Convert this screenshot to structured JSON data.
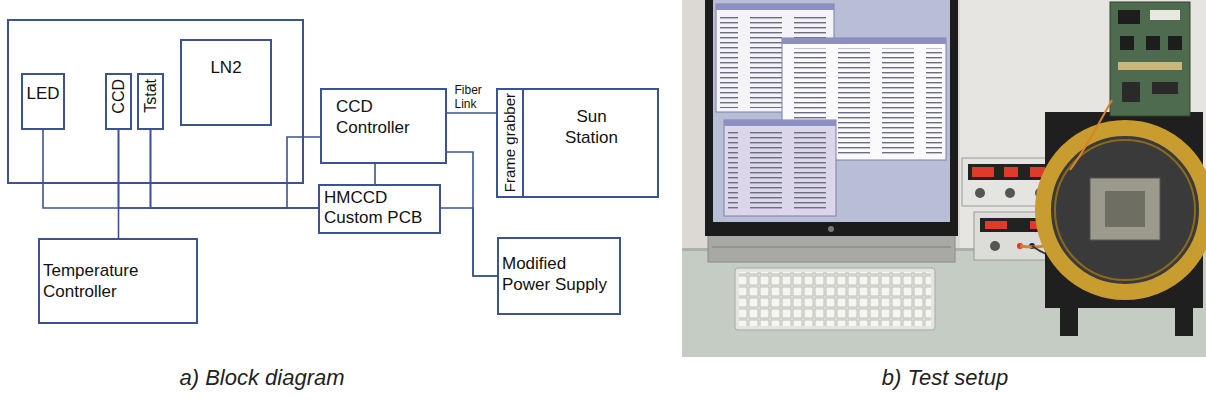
{
  "diagram": {
    "nodes": [
      {
        "text": [
          "LED"
        ]
      },
      {
        "text": [
          "CCD"
        ]
      },
      {
        "text": [
          "Tstat"
        ]
      },
      {
        "text": [
          "LN2"
        ]
      },
      {
        "text": [
          "CCD Controller"
        ]
      },
      {
        "text": [
          "Sun Station"
        ]
      },
      {
        "text": [
          "Frame grabber"
        ],
        "in": 5
      },
      {
        "text": [
          "HMCCD Custom PCB"
        ]
      },
      {
        "text": [
          "Temperature Controller"
        ]
      },
      {
        "text": [
          "Modified Power Supply"
        ]
      }
    ],
    "edges": [
      {
        "from": 0,
        "to": 7,
        "arrow": "none"
      },
      {
        "from": 1,
        "to": 8,
        "arrow": "none"
      },
      {
        "from": 2,
        "to": 7,
        "arrow": "none"
      },
      {
        "from": 1,
        "to": 7,
        "arrow": "none"
      },
      {
        "from": 2,
        "to": 4,
        "arrow": "none"
      },
      {
        "from": 4,
        "to": 7,
        "arrow": "none"
      },
      {
        "from": 4,
        "to": 6,
        "label": "Fiber Link",
        "arrow": "none"
      },
      {
        "from": 4,
        "to": 9,
        "arrow": "none"
      },
      {
        "from": 7,
        "to": 9,
        "arrow": "none"
      }
    ],
    "labels": [
      "a) Block diagram",
      "b) Test setup"
    ]
  }
}
